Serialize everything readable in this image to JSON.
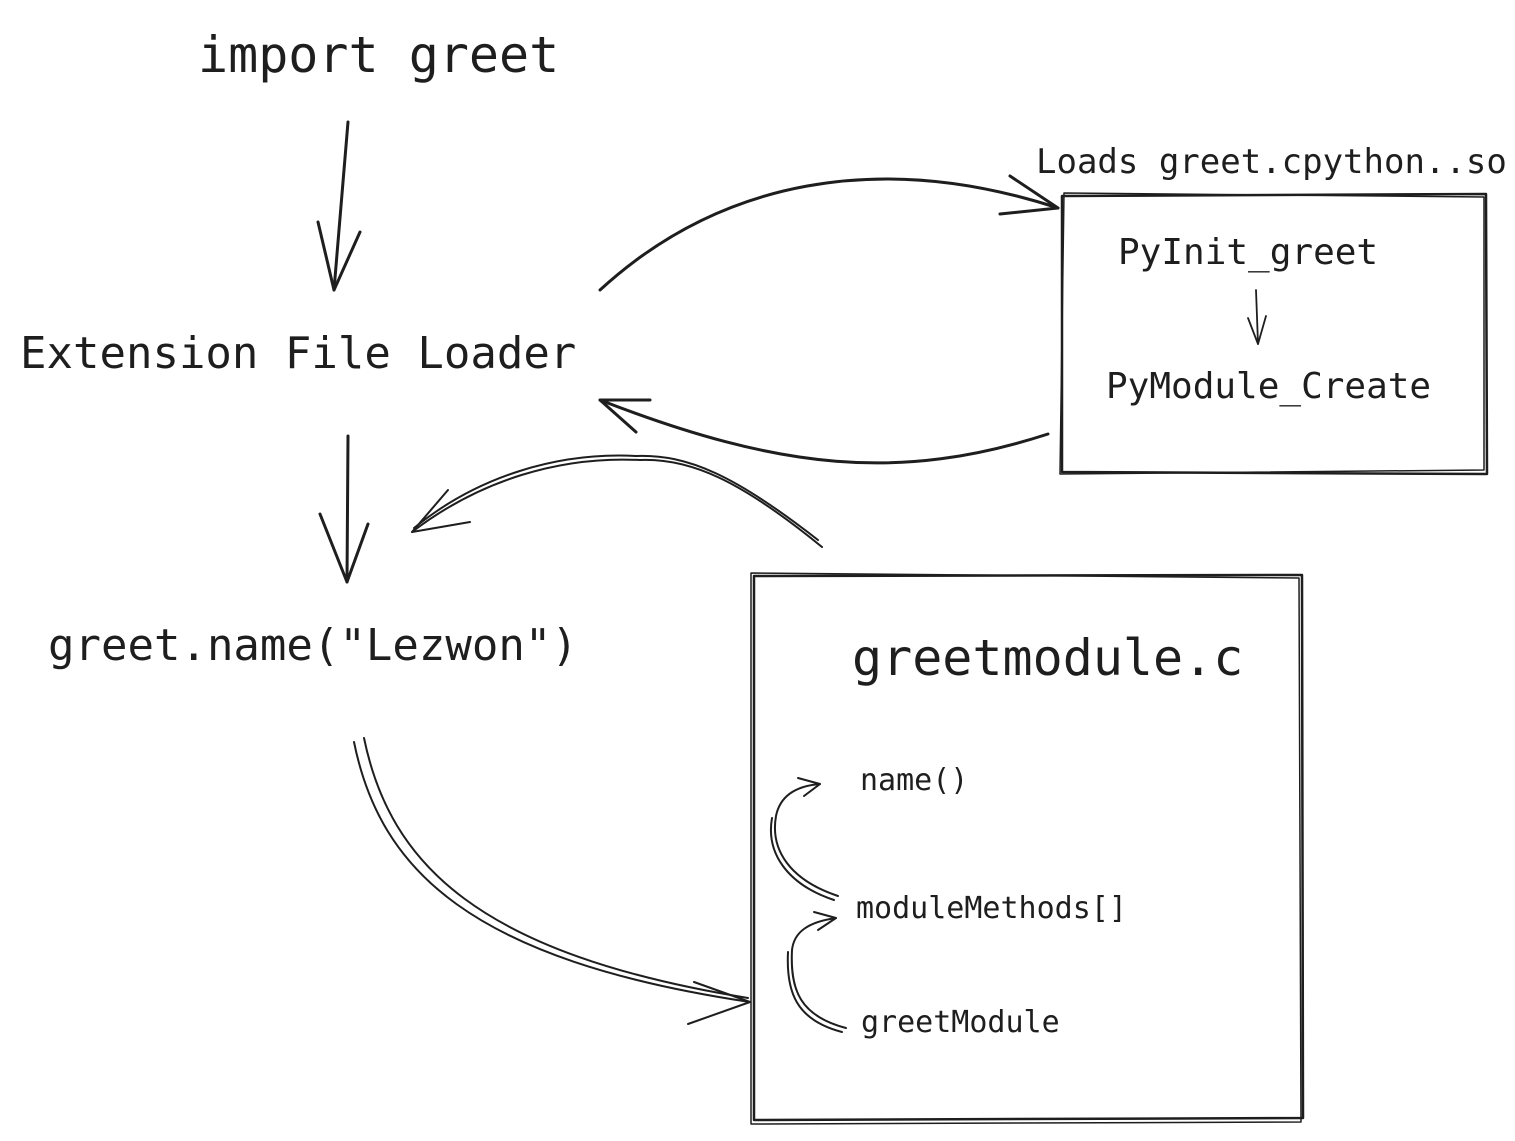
{
  "diagram": {
    "ink_color": "#1e1e1e",
    "background": "#ffffff",
    "nodes": {
      "import_stmt": "import greet",
      "loader": "Extension File Loader",
      "call": "greet.name(\"Lezwon\")",
      "so_caption": "Loads greet.cpython..so",
      "pyinit": "PyInit_greet",
      "pymodule_create": "PyModule_Create",
      "c_file": "greetmodule.c",
      "name_fn": "name()",
      "module_methods": "moduleMethods[]",
      "greet_module": "greetModule"
    }
  }
}
